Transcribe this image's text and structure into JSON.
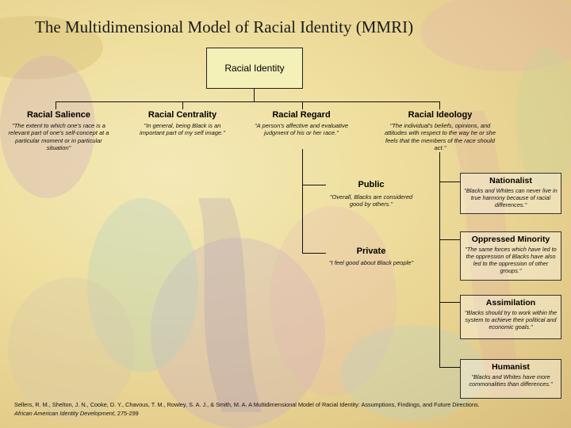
{
  "title": "The Multidimensional Model of Racial Identity (MMRI)",
  "root": "Racial Identity",
  "dimensions": [
    {
      "label": "Racial Salience",
      "desc": "\"The extent to which one's race is a relevant part of one's self-concept at a particular moment or in particular situation\""
    },
    {
      "label": "Racial Centrality",
      "desc": "\"In general, being Black is an important part of my self image.\""
    },
    {
      "label": "Racial Regard",
      "desc": "\"A person's affective and evaluative judgment of his or her race.\""
    },
    {
      "label": "Racial Ideology",
      "desc": "\"The individual's beliefs, opinions, and attitudes with respect to the way he or she feels that the members of the race should act.\""
    }
  ],
  "regard": [
    {
      "label": "Public",
      "desc": "\"Overall, Blacks are considered good by others.\""
    },
    {
      "label": "Private",
      "desc": "\"I feel good about Black people\""
    }
  ],
  "ideology": [
    {
      "label": "Nationalist",
      "desc": "\"Blacks and Whites can never live in true harmony because of racial differences.\""
    },
    {
      "label": "Oppressed Minority",
      "desc": "\"The same forces which have led to the oppression of Blacks have also led to the oppression of other groups.\""
    },
    {
      "label": "Assimilation",
      "desc": "\"Blacks should try to work within the system to achieve their political and economic goals.\""
    },
    {
      "label": "Humanist",
      "desc": "\"Blacks and Whites have more commonalities than differences.\""
    }
  ],
  "citation": {
    "text": "Sellers, R. M., Shelton, J. N., Cooke, D. Y., Chavous, T. M., Rowley, S. A. J., & Smith, M. A. A Multidimensional Model of Racial Identity: Assumptions, Findings, and Future Directions.",
    "journal": "African American Identity Development",
    "pages": ", 275-299"
  },
  "colors": {
    "root_box": "#f3f0b8",
    "background": "#efe0a0",
    "lines": "#111111"
  }
}
